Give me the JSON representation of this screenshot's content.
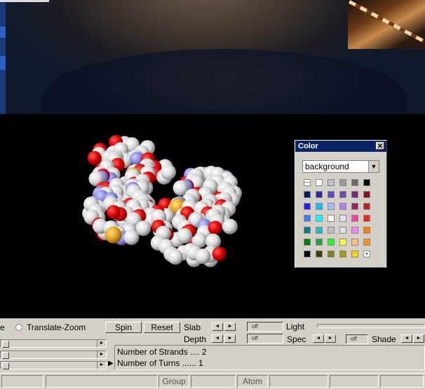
{
  "color_dialog": {
    "title": "Color",
    "close_glyph": "✕",
    "selected_target": "background",
    "arrow_glyph": "▼",
    "swatch_rows": [
      [
        "none",
        "#ffffff",
        "#c0c0c0",
        "#9a9a9a",
        "#6a6a6a",
        "#000000"
      ],
      [
        "#001a60",
        "#2a2a9a",
        "#5050c0",
        "#6a4ab0",
        "#7a2a7a",
        "#8a1020"
      ],
      [
        "#2020ff",
        "#00c0ff",
        "#a0c0ff",
        "#b080ff",
        "#a02060",
        "#c02020"
      ],
      [
        "#4080ff",
        "#00ffff",
        "#ffffff",
        "#e0e0ff",
        "#ff40a0",
        "#ff2020"
      ],
      [
        "#008080",
        "#20c0c0",
        "#c0c0c0",
        "#e0e0e0",
        "#ff80ff",
        "#ff8000"
      ],
      [
        "#008000",
        "#20a040",
        "#20ff20",
        "#ffff40",
        "#ffc080",
        "#ff9020"
      ],
      [
        "#000000",
        "#404000",
        "#808020",
        "#a0a000",
        "#ffd000",
        "custom"
      ]
    ],
    "none_glyph": "—",
    "custom_glyph": "+"
  },
  "controls": {
    "mode_option": "Translate-Zoom",
    "mode_prefix": "e",
    "spin_label": "Spin",
    "reset_label": "Reset",
    "slab_label": "Slab",
    "slab_value": "off",
    "depth_label": "Depth",
    "depth_value": "off",
    "light_label": "Light",
    "spec_label": "Spec",
    "spec_value": "off",
    "shade_label": "Shade",
    "strands_text": "Number of Strands .... 2",
    "turns_text": "Number of Turns ...... 1",
    "arrow_left": "◄",
    "arrow_right": "►",
    "play_glyph": "▶"
  },
  "status": {
    "group_label": "Group",
    "atom_label": "Atom"
  }
}
